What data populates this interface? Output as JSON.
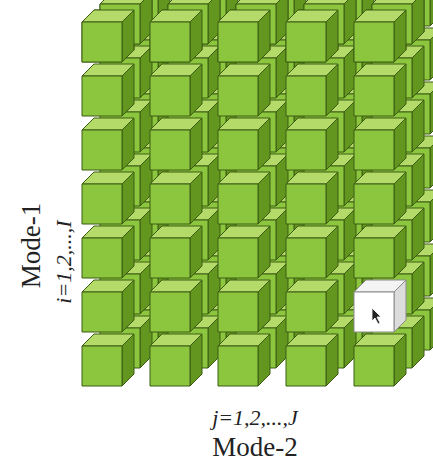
{
  "diagram": {
    "labels": [
      "Mode-1",
      "i=1,2,...,I",
      "j=1,2,...,J",
      "Mode-2"
    ]
  }
}
